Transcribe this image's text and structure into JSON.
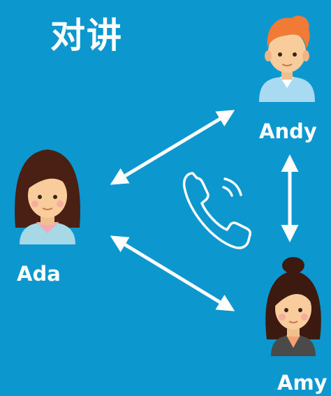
{
  "title": "对讲",
  "people": {
    "andy": "Andy",
    "ada": "Ada",
    "amy": "Amy"
  }
}
